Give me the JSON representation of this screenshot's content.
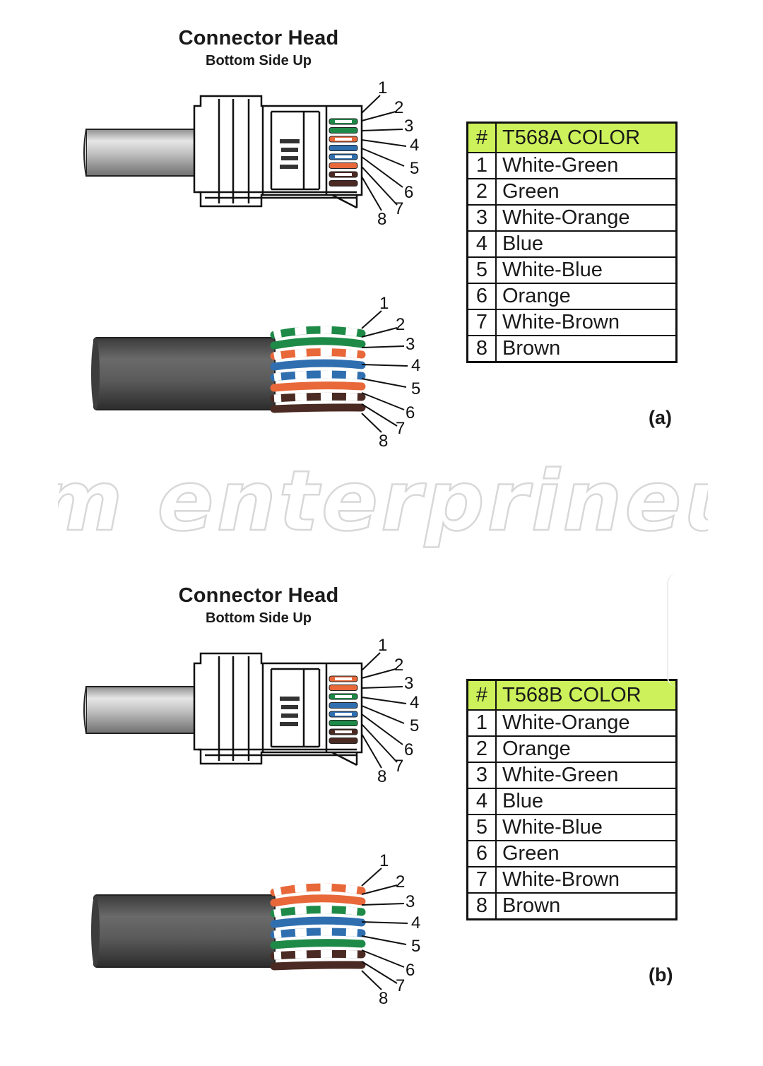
{
  "watermark": "om enterprineur",
  "diagrams": [
    {
      "title": "Connector Head",
      "subtitle": "Bottom Side Up",
      "label": "(a)",
      "table": {
        "hash_header": "#",
        "color_header": "T568A COLOR",
        "rows": [
          {
            "pin": "1",
            "color": "White-Green"
          },
          {
            "pin": "2",
            "color": "Green"
          },
          {
            "pin": "3",
            "color": "White-Orange"
          },
          {
            "pin": "4",
            "color": "Blue"
          },
          {
            "pin": "5",
            "color": "White-Blue"
          },
          {
            "pin": "6",
            "color": "Orange"
          },
          {
            "pin": "7",
            "color": "White-Brown"
          },
          {
            "pin": "8",
            "color": "Brown"
          }
        ]
      },
      "wire_order": [
        "white-green",
        "green",
        "white-orange",
        "blue",
        "white-blue",
        "orange",
        "white-brown",
        "brown"
      ],
      "callouts": [
        "1",
        "2",
        "3",
        "4",
        "5",
        "6",
        "7",
        "8"
      ]
    },
    {
      "title": "Connector Head",
      "subtitle": "Bottom Side Up",
      "label": "(b)",
      "table": {
        "hash_header": "#",
        "color_header": "T568B COLOR",
        "rows": [
          {
            "pin": "1",
            "color": "White-Orange"
          },
          {
            "pin": "2",
            "color": "Orange"
          },
          {
            "pin": "3",
            "color": "White-Green"
          },
          {
            "pin": "4",
            "color": "Blue"
          },
          {
            "pin": "5",
            "color": "White-Blue"
          },
          {
            "pin": "6",
            "color": "Green"
          },
          {
            "pin": "7",
            "color": "White-Brown"
          },
          {
            "pin": "8",
            "color": "Brown"
          }
        ]
      },
      "wire_order": [
        "white-orange",
        "orange",
        "white-green",
        "blue",
        "white-blue",
        "green",
        "white-brown",
        "brown"
      ],
      "callouts": [
        "1",
        "2",
        "3",
        "4",
        "5",
        "6",
        "7",
        "8"
      ]
    }
  ],
  "colors": {
    "green": "#1e8a48",
    "orange": "#e8683a",
    "blue": "#2f6fb0",
    "brown": "#4a2a22",
    "table_header": "#ccf15a",
    "cable_jacket": "#5a5a5a",
    "cable_light": "#b9b9b9"
  }
}
